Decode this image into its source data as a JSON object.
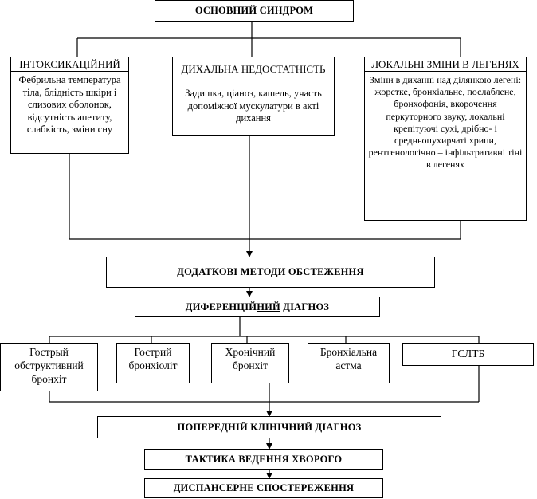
{
  "top": {
    "label": "ОСНОВНИЙ СИНДРОМ"
  },
  "categories": [
    {
      "title": "ІНТОКСИКАЦІЙНИЙ",
      "body": "Фебрильна температура тіла, блідність шкіри і слизових оболонок, відсутність апетиту, слабкість, зміни сну"
    },
    {
      "title": "ДИХАЛЬНА НЕДОСТАТНІСТЬ",
      "body": "Задишка, ціаноз, кашель, участь допоміжної мускулатури в акті дихання"
    },
    {
      "title": "ЛОКАЛЬНІ ЗМІНИ В ЛЕГЕНЯХ",
      "body": "Зміни в диханні над ділянкою легені: жорстке, бронхіальне, послаблене, бронхофонія, вкорочення перкуторного звуку, локальні крепітуючі сухі, дрібно- і средньопухирчаті хрипи, рентгенологічно – інфільтративні тіні в легенях"
    }
  ],
  "methods": {
    "label": "ДОДАТКОВІ МЕТОДИ ОБСТЕЖЕННЯ"
  },
  "differential": {
    "prefix": "ДИФЕРЕНЦІЙНИЙ",
    "suffix": " ДІАГНОЗ",
    "underlined_part": "НИЙ"
  },
  "diagnoses": [
    "Гострый обструктивний бронхіт",
    "Гострий бронхіоліт",
    "Хронічний бронхіт",
    "Бронхіальна астма",
    "ГСЛТБ"
  ],
  "preliminary": {
    "label": "ПОПЕРЕДНІЙ КЛІНІЧНИЙ ДІАГНОЗ"
  },
  "tactics": {
    "label": "ТАКТИКА ВЕДЕННЯ ХВОРОГО"
  },
  "dispensary": {
    "label": "ДИСПАНСЕРНЕ СПОСТЕРЕЖЕННЯ"
  }
}
